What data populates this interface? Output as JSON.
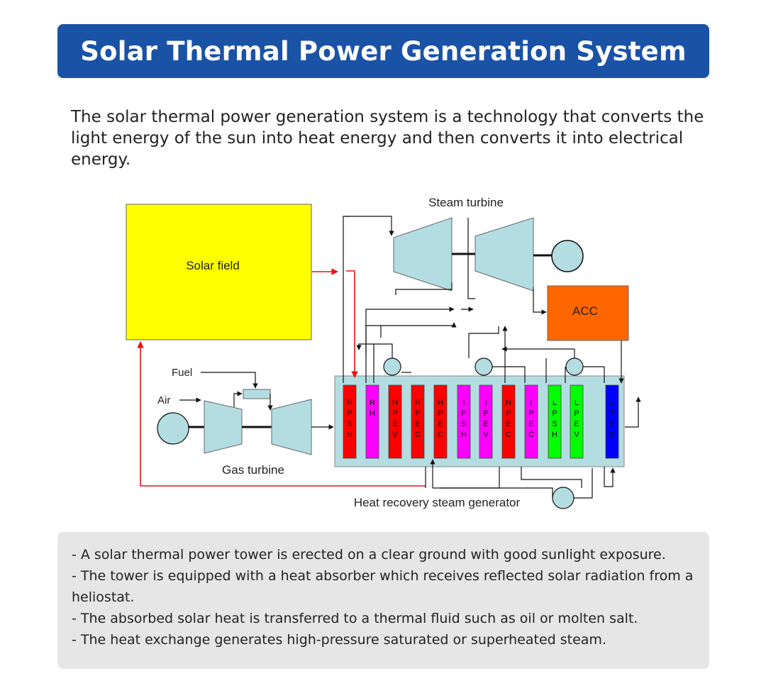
{
  "title": "Solar Thermal Power Generation System",
  "intro": "The solar thermal power generation system is a technology that converts the light energy of the sun into heat energy and then converts it into electrical energy.",
  "diagram": {
    "labels": {
      "solar_field": "Solar field",
      "steam_turbine": "Steam turbine",
      "acc": "ACC",
      "fuel": "Fuel",
      "air": "Air",
      "gas_turbine": "Gas turbine",
      "hrsg": "Heat recovery steam generator"
    },
    "hrsg_tubes": [
      {
        "label": "HPSH",
        "color": "#ff0000"
      },
      {
        "label": "RH",
        "color": "#ff00ff"
      },
      {
        "label": "HPEV",
        "color": "#ff0000"
      },
      {
        "label": "HPEC",
        "color": "#ff0000"
      },
      {
        "label": "HPEC",
        "color": "#ff0000"
      },
      {
        "label": "IPSH",
        "color": "#ff00ff"
      },
      {
        "label": "IPEV",
        "color": "#ff00ff"
      },
      {
        "label": "HPEC",
        "color": "#ff0000"
      },
      {
        "label": "IPEC",
        "color": "#ff00ff"
      },
      {
        "label": "LPSH",
        "color": "#00ff00"
      },
      {
        "label": "LPEV",
        "color": "#00ff00"
      },
      {
        "label": "LTEC",
        "color": "#0000ff"
      }
    ],
    "colors": {
      "solar_field": "#ffff00",
      "acc": "#ff6600",
      "machine": "#b4dde2",
      "solar_heat_line": "#ee1111"
    }
  },
  "notes": [
    "- A solar thermal power tower is erected on a clear ground with good sunlight exposure.",
    "- The tower is equipped with a heat absorber which receives reflected solar radiation from a heliostat.",
    "- The absorbed solar heat is transferred to a thermal fluid such as oil or molten salt.",
    "- The heat exchange generates high-pressure saturated or superheated steam."
  ]
}
